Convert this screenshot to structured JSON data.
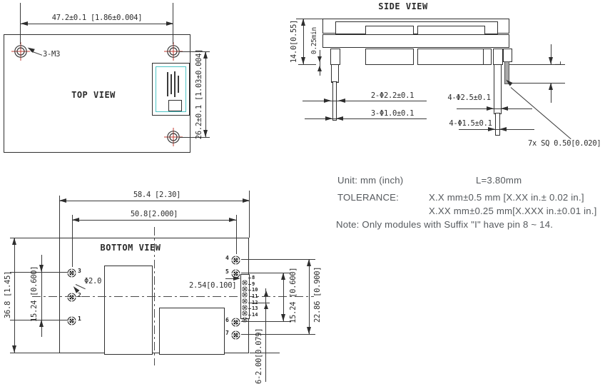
{
  "drawing": {
    "top_view": {
      "title": "TOP VIEW",
      "dim_width": "47.2±0.1 [1.86±0.004]",
      "dim_height": "26.2±0.1 [1.03±0.004]",
      "hole_label": "3-M3"
    },
    "side_view": {
      "title": "SIDE VIEW",
      "dim_height": "14.0[0.55]",
      "dim_standoff": "0.25min",
      "dim_front_pin_outer": "2-Φ2.2±0.1",
      "dim_front_pin_inner": "3-Φ1.0±0.1",
      "dim_rear_pin_outer": "4-Φ2.5±0.1",
      "dim_rear_pin_inner": "4-Φ1.5±0.1",
      "dim_square_pins": "7x SQ 0.50[0.020]",
      "dim_length_label": "L"
    },
    "bottom_view": {
      "title": "BOTTOM VIEW",
      "dim_width_outer": "58.4 [2.30]",
      "dim_width_pins": "50.8[2.000]",
      "dim_height_outer": "36.8 [1.45]",
      "dim_left_pin_span": "15.24 [0.600]",
      "dim_right_pin_span": "15.24 [0.600]",
      "dim_right_outer_span": "22.86 [0.900]",
      "dim_pin_pitch": "2.54[0.100]",
      "dim_pin_diameter": "Φ2.0",
      "dim_pad": "6-2.00[0.079]",
      "left_pins": [
        "3",
        "2",
        "1"
      ],
      "right_pins": [
        "4",
        "5",
        "6",
        "7"
      ],
      "header_pins": [
        "8",
        "9",
        "10",
        "11",
        "12",
        "13",
        "14"
      ]
    },
    "notes": {
      "unit": "Unit: mm (inch)",
      "length": "L=3.80mm",
      "tolerance_label": "TOLERANCE:",
      "tolerance_coarse": "X.X mm±0.5 mm [X.XX in.± 0.02 in.]",
      "tolerance_fine": "X.XX mm±0.25 mm[X.XXX in.±0.01 in.]",
      "note": "Note: Only modules with Suffix \"I\" have pin 8 ~ 14."
    }
  },
  "colors": {
    "line": "#3a3a3a",
    "red_crosshair": "#c23b32",
    "label_border": "#4bc4c6",
    "note_text": "#55595d",
    "pin_gray": "#a9a9a9"
  }
}
